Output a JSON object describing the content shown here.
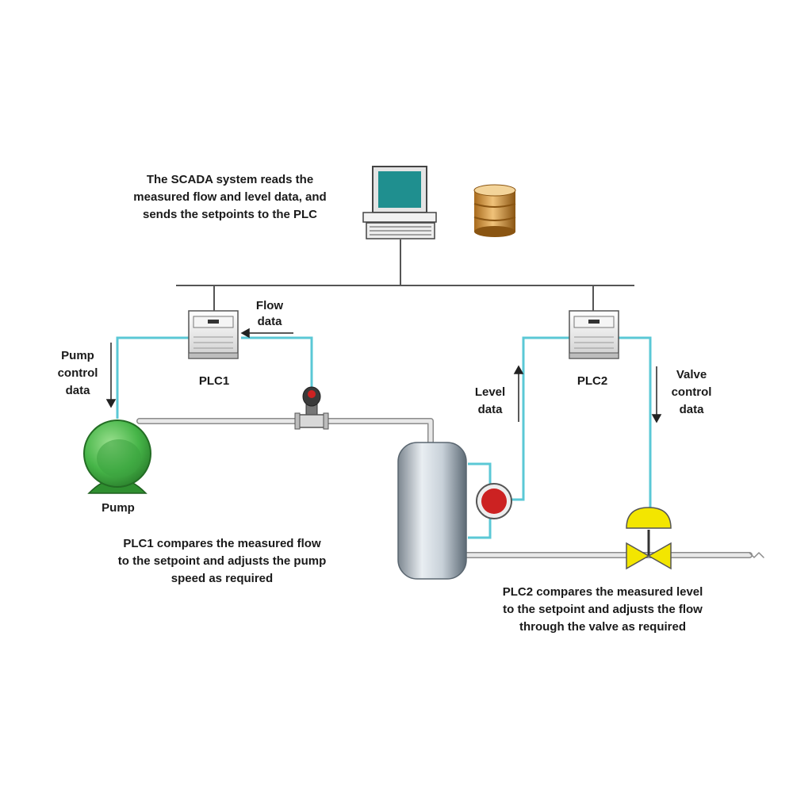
{
  "scada_note": [
    "The SCADA system reads the",
    "measured flow and level data, and",
    "sends the setpoints to the PLC"
  ],
  "plc1": {
    "label": "PLC1"
  },
  "plc2": {
    "label": "PLC2"
  },
  "flow_data": [
    "Flow",
    "data"
  ],
  "pump_control_data": [
    "Pump",
    "control",
    "data"
  ],
  "level_data": [
    "Level",
    "data"
  ],
  "valve_control_data": [
    "Valve",
    "control",
    "data"
  ],
  "pump": {
    "label": "Pump"
  },
  "plc1_note": [
    "PLC1 compares the measured flow",
    "to the setpoint and adjusts the pump",
    "speed as required"
  ],
  "plc2_note": [
    "PLC2 compares the measured level",
    "to the setpoint and adjusts the flow",
    "through the valve as required"
  ],
  "colors": {
    "signal_line": "#5bc8d6",
    "pipe": "#d6d6d6",
    "network_line": "#555555",
    "pump_green": "#46b548",
    "valve_yellow": "#f3e600",
    "indicator_red": "#cc2222",
    "monitor_screen": "#1f8f8f",
    "database": "#c9892f"
  }
}
